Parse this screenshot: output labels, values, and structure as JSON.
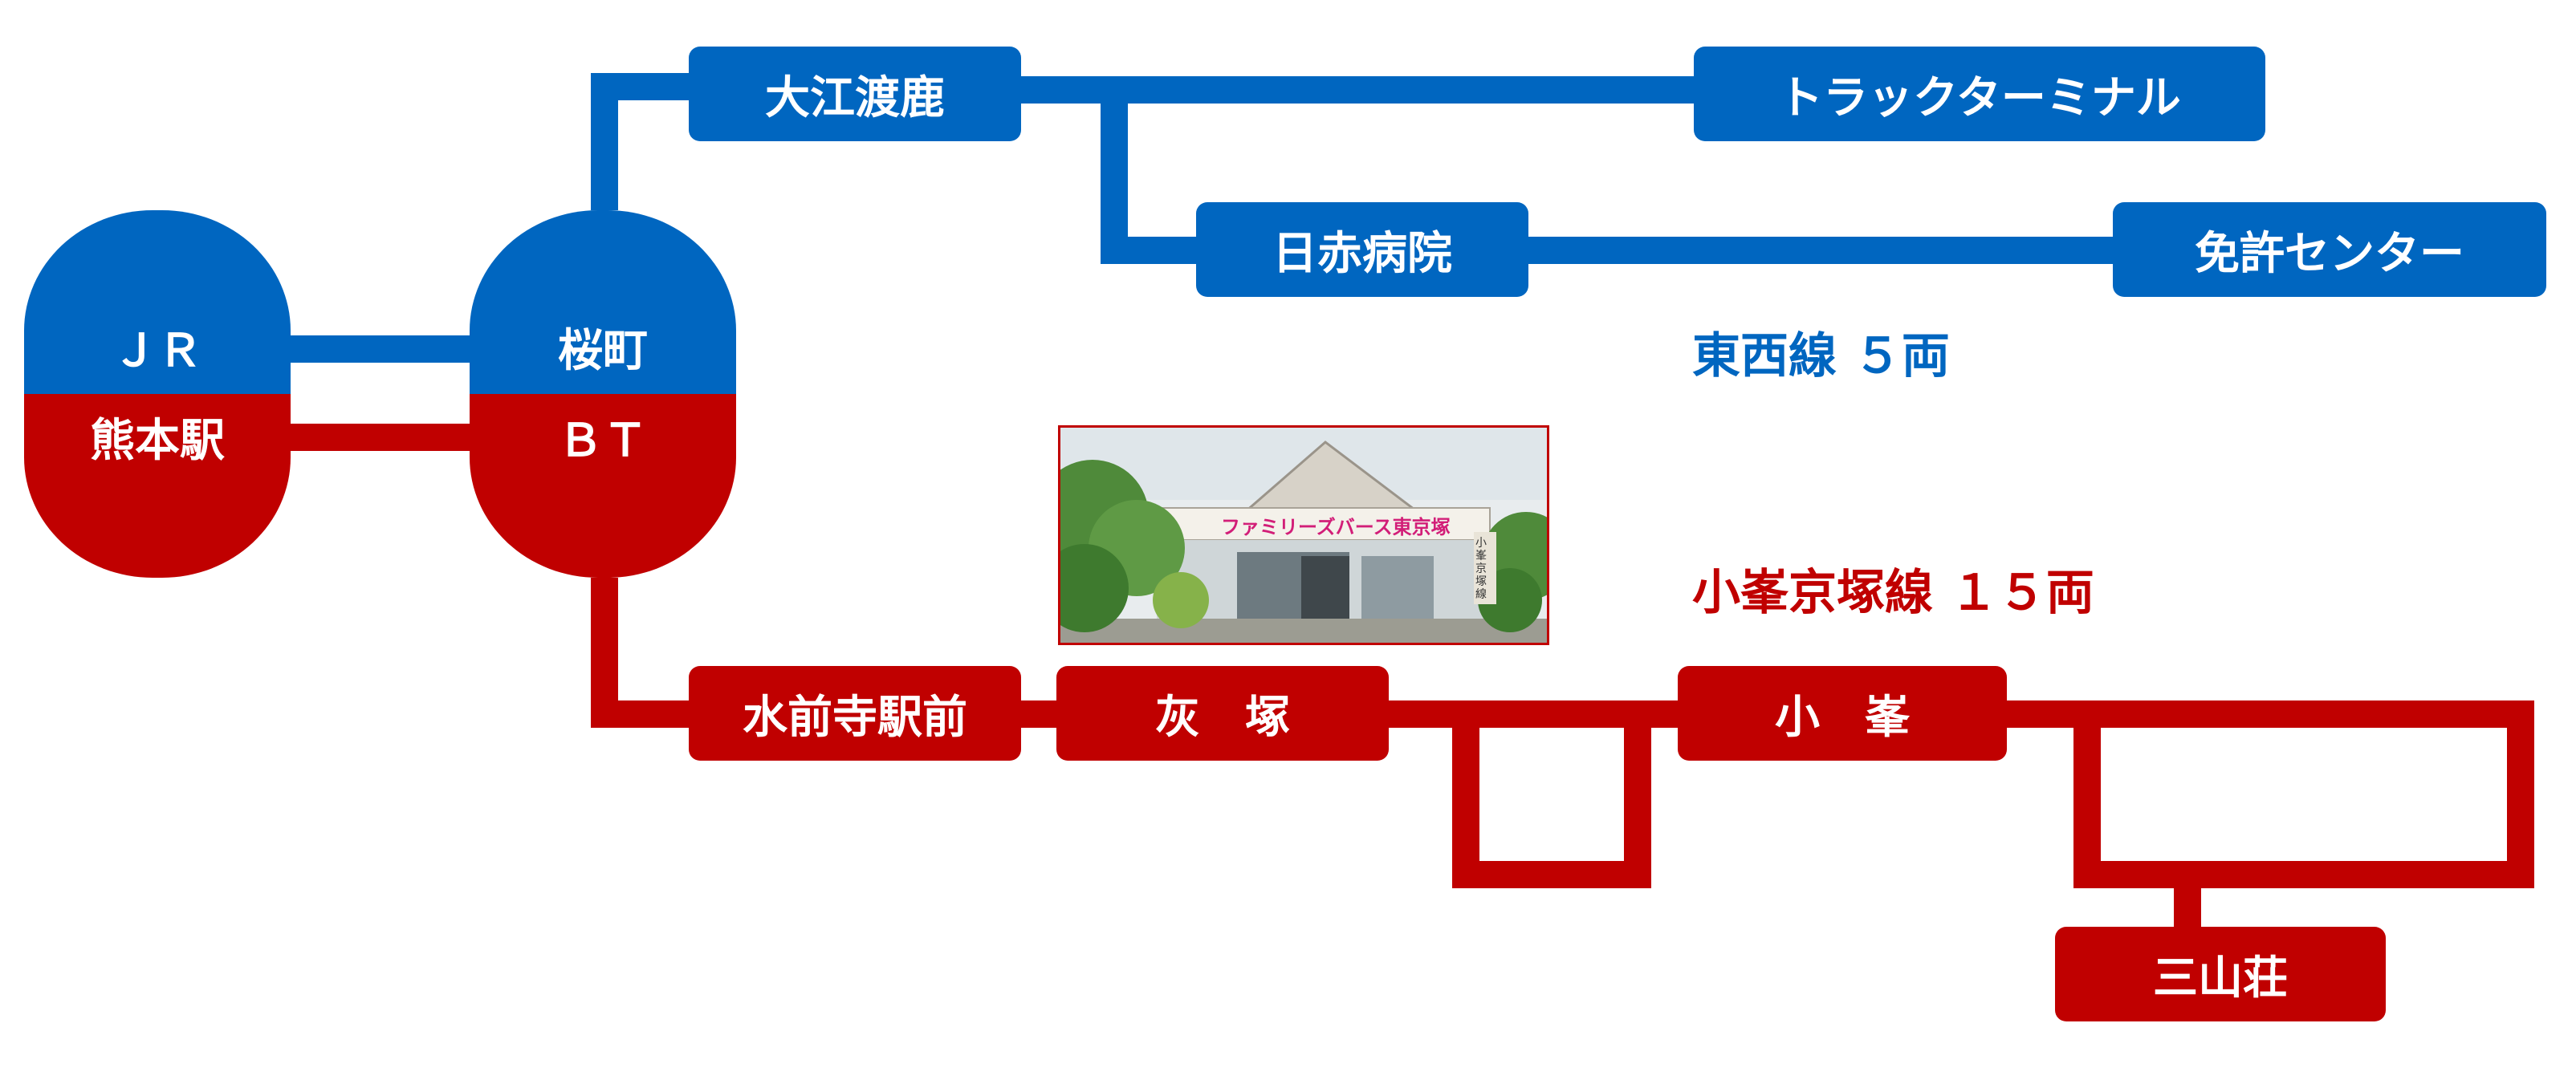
{
  "colors": {
    "east_west": "#0066c0",
    "komine": "#c00000"
  },
  "hubs": {
    "jr": {
      "top": "ＪＲ",
      "bottom": "熊本駅"
    },
    "sakuramachi": {
      "top": "桜町",
      "bottom": "ＢＴ"
    }
  },
  "east_west_line": {
    "name": "東西線 ５両",
    "stops": {
      "oedogashika": "大江渡鹿",
      "truck_terminal": "トラックターミナル",
      "nisseki": "日赤病院",
      "menkyo": "免許センター"
    }
  },
  "komine_line": {
    "name": "小峯京塚線 １５両",
    "stops": {
      "suizenji": "水前寺駅前",
      "haizuka": "灰　塚",
      "komine": "小　峯",
      "sanzanso": "三山荘"
    }
  },
  "photo": {
    "sign_text": "ファミリーズバース東京塚",
    "small_sign": "小峯京塚線"
  }
}
